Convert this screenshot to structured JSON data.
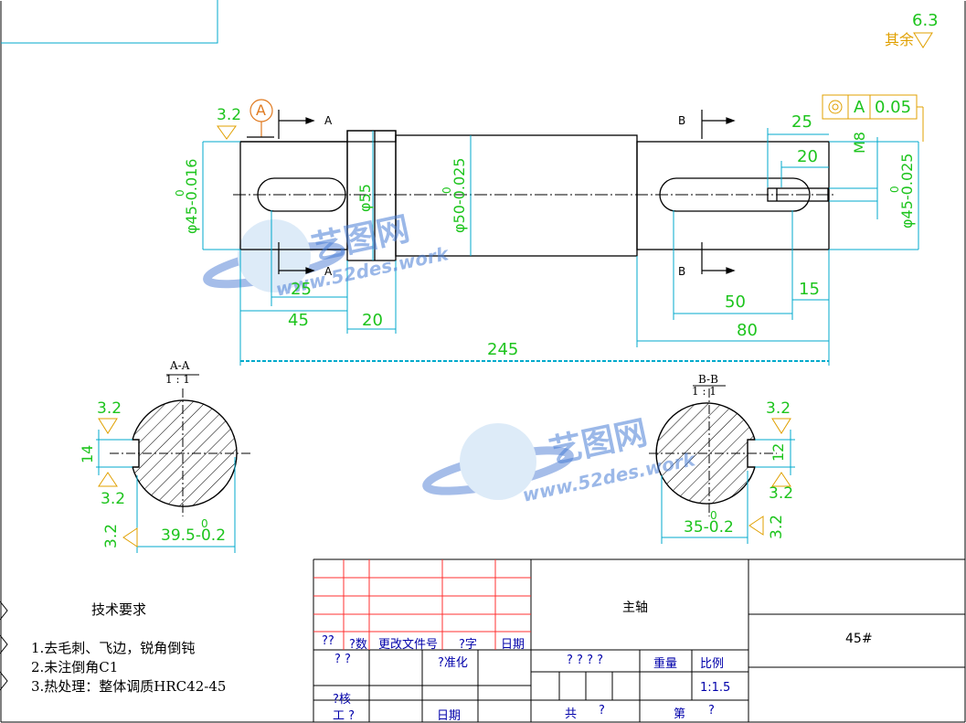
{
  "drawing": {
    "roughness_default": {
      "label": "其余",
      "value": "6.3"
    },
    "section_marks": {
      "a": "A",
      "b": "B"
    },
    "datum": {
      "symbol": "A",
      "roughness": "3.2"
    },
    "tolerance_frame": {
      "symbol": "◎",
      "datum": "A",
      "value": "0.05"
    },
    "dims": {
      "d25_top": "25",
      "d20_top": "20",
      "m8": "M8",
      "dia45_left": "φ45-0.016",
      "dia45_left_up": "0",
      "dia55": "φ55",
      "dia50": "φ50-0.025",
      "dia50_up": "0",
      "dia45_right": "φ45-0.025",
      "dia45_right_up": "0",
      "d25_bot": "25",
      "d45": "45",
      "d20_bot": "20",
      "d50": "50",
      "d15": "15",
      "d80": "80",
      "d245": "245"
    },
    "section_aa": {
      "title": "A-A",
      "scale": "1 : 1",
      "r_top": "3.2",
      "r_bottom": "3.2",
      "r_left": "3.2",
      "width": "14",
      "depth": "39.5-0.2",
      "depth_up": "0"
    },
    "section_bb": {
      "title": "B-B",
      "scale": "1 : 1",
      "r_top": "3.2",
      "r_bottom": "3.2",
      "r_right": "3.2",
      "width": "12",
      "depth": "35-0.2",
      "depth_up": "0"
    },
    "watermark": {
      "cn": "艺图网",
      "url": "www.52des.work"
    }
  },
  "tech_requirements": {
    "title": "技术要求",
    "items": [
      "1.去毛刺、飞边，锐角倒钝",
      "2.未注倒角C1",
      "3.热处理：整体调质HRC42-45"
    ]
  },
  "title_block": {
    "part_name": "主轴",
    "material": "45#",
    "col_labels": [
      "??",
      "?数",
      "更改文件号",
      "?字",
      "日期"
    ],
    "row_design": "? ?",
    "standard": "?准化",
    "check": "?核",
    "craft": "工 ?",
    "date": "日期",
    "stage_label": "? ? ? ?",
    "weight_label": "重量",
    "ratio_label": "比例",
    "ratio_value": "1:1.5",
    "total_label": "共",
    "total_value": "?",
    "sheet_label": "第",
    "sheet_value": "?"
  }
}
